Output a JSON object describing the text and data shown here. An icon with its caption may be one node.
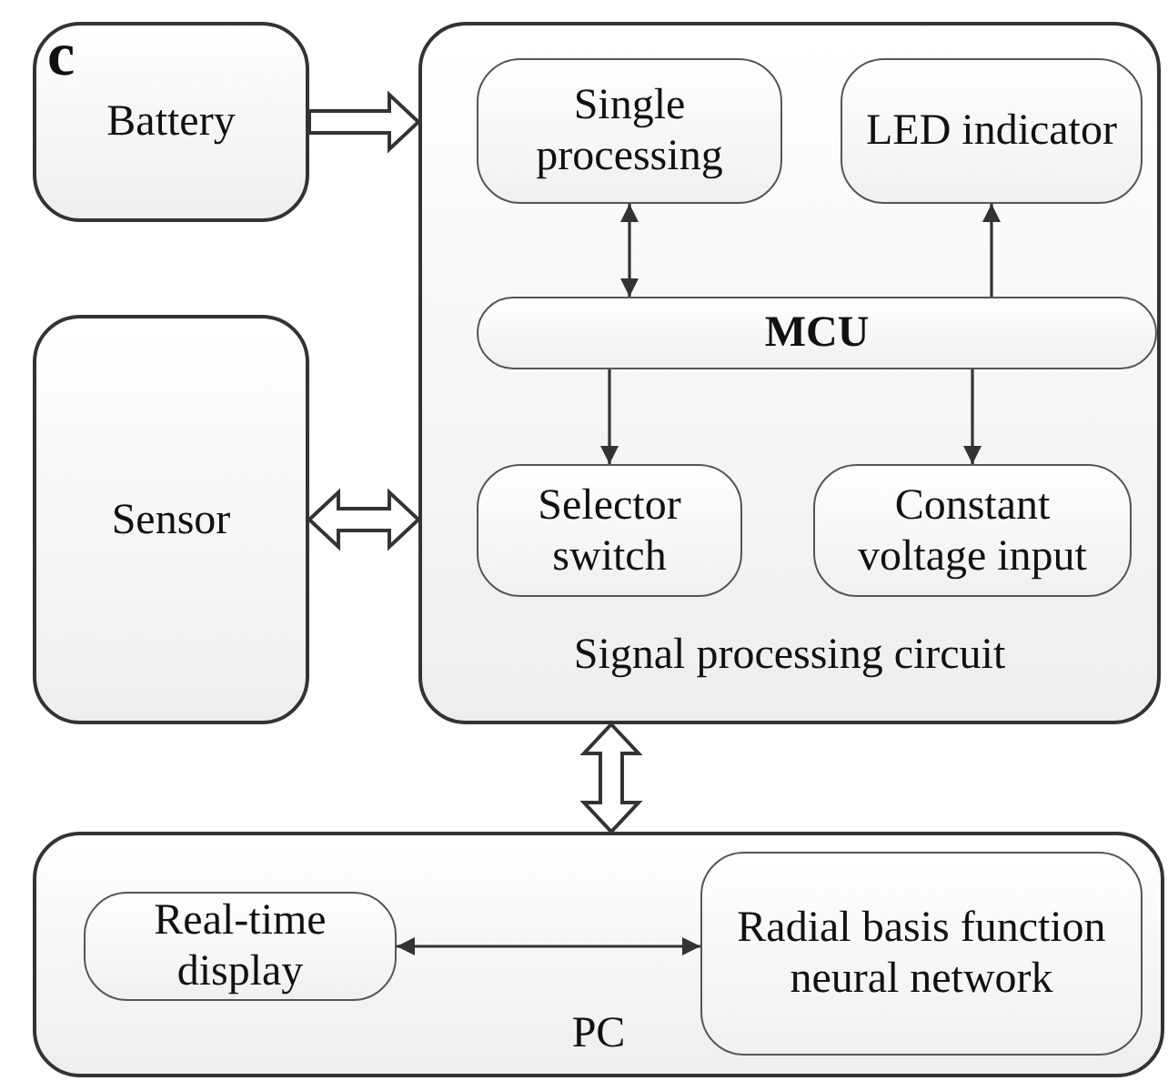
{
  "diagram": {
    "nodes": [
      {
        "text": [
          "Battery"
        ]
      },
      {
        "text": [
          "Sensor"
        ]
      },
      {
        "text": [
          "Signal processing circuit"
        ]
      },
      {
        "text": [
          "Single processing"
        ],
        "in": 2
      },
      {
        "text": [
          "LED indicator"
        ],
        "in": 2
      },
      {
        "text": [
          "MCU"
        ],
        "in": 2
      },
      {
        "text": [
          "Selector switch"
        ],
        "in": 2
      },
      {
        "text": [
          "Constant voltage input"
        ],
        "in": 2
      },
      {
        "text": [
          "PC"
        ]
      },
      {
        "text": [
          "Real-time display"
        ],
        "in": 8
      },
      {
        "text": [
          "Radial basis function neural network"
        ],
        "in": 8
      }
    ],
    "edges": [
      {
        "from": 0,
        "to": 2,
        "arrow": "to",
        "style": "thick"
      },
      {
        "from": 1,
        "to": 2,
        "arrow": "both",
        "style": "thick"
      },
      {
        "from": 5,
        "to": 3,
        "arrow": "both"
      },
      {
        "from": 5,
        "to": 4,
        "arrow": "to"
      },
      {
        "from": 5,
        "to": 6,
        "arrow": "to"
      },
      {
        "from": 5,
        "to": 7,
        "arrow": "to"
      },
      {
        "from": 2,
        "to": 8,
        "arrow": "both",
        "style": "thick"
      },
      {
        "from": 9,
        "to": 10,
        "arrow": "both"
      }
    ],
    "labels": [
      "c"
    ]
  }
}
